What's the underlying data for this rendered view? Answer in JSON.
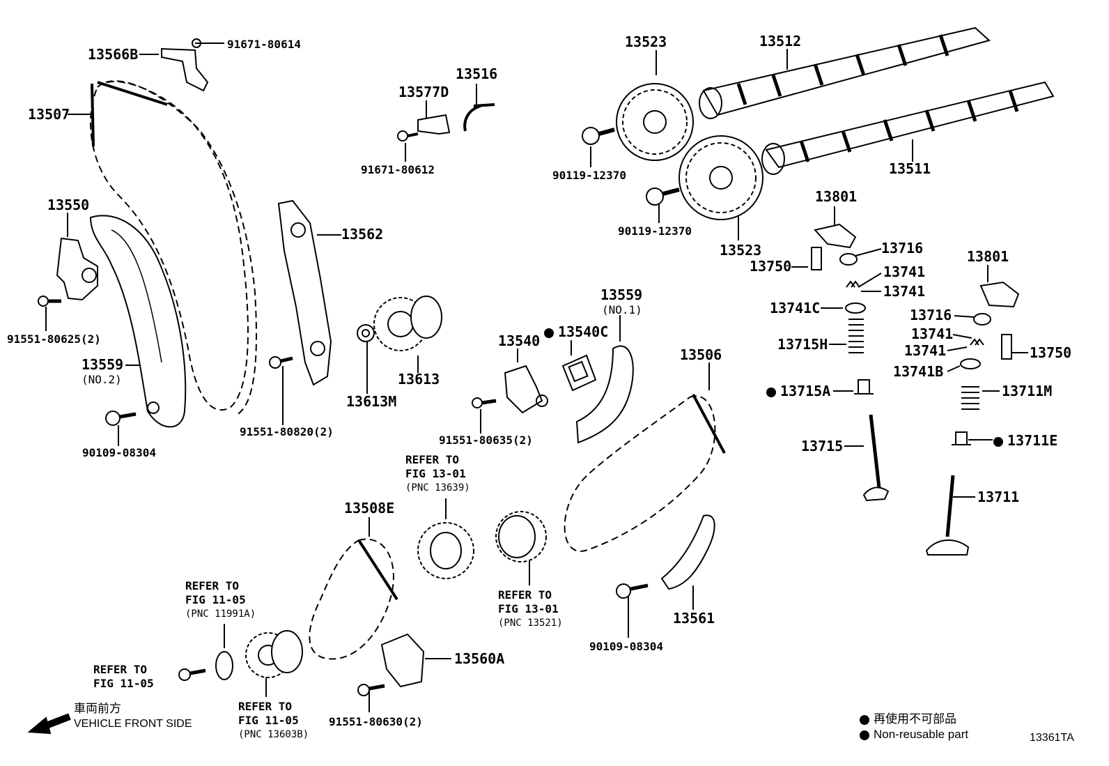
{
  "labels": {
    "p13566B": "13566B",
    "p91671_80614": "91671-80614",
    "p13507": "13507",
    "p13577D": "13577D",
    "p13516": "13516",
    "p91671_80612": "91671-80612",
    "p13523a": "13523",
    "p13512": "13512",
    "p90119_12370a": "90119-12370",
    "p13511": "13511",
    "p90119_12370b": "90119-12370",
    "p13523b": "13523",
    "p13550": "13550",
    "p13562": "13562",
    "p91551_80625": "91551-80625(2)",
    "p13559_no2": "13559",
    "p13559_no2_sub": "(NO.2)",
    "p90109_08304a": "90109-08304",
    "p91551_80820": "91551-80820(2)",
    "p13613": "13613",
    "p13613M": "13613M",
    "p13540": "13540",
    "p13540C": "13540C",
    "p13559_no1": "13559",
    "p13559_no1_sub": "(NO.1)",
    "p91551_80635": "91551-80635(2)",
    "p13506": "13506",
    "p13801a": "13801",
    "p13716a": "13716",
    "p13750a": "13750",
    "p13741a": "13741",
    "p13741b": "13741",
    "p13741C": "13741C",
    "p13715H": "13715H",
    "p13715A": "13715A",
    "p13715": "13715",
    "p13801b": "13801",
    "p13716b": "13716",
    "p13741c": "13741",
    "p13741d": "13741",
    "p13750b": "13750",
    "p13741B": "13741B",
    "p13711M": "13711M",
    "p13711E": "13711E",
    "p13711": "13711",
    "p13508E": "13508E",
    "p13561": "13561",
    "p90109_08304b": "90109-08304",
    "p13560A": "13560A",
    "p91551_80630": "91551-80630(2)"
  },
  "refs": {
    "r1_l1": "REFER TO",
    "r1_l2": "FIG 13-01",
    "r1_l3": "(PNC 13639)",
    "r2_l1": "REFER TO",
    "r2_l2": "FIG 13-01",
    "r2_l3": "(PNC 13521)",
    "r3_l1": "REFER TO",
    "r3_l2": "FIG 11-05",
    "r3_l3": "(PNC 11991A)",
    "r4_l1": "REFER TO",
    "r4_l2": "FIG 11-05",
    "r5_l1": "REFER TO",
    "r5_l2": "FIG 11-05",
    "r5_l3": "(PNC 13603B)"
  },
  "direction": {
    "jp": "車両前方",
    "en": "VEHICLE FRONT SIDE"
  },
  "legend": {
    "jp": "再使用不可部品",
    "en": "Non-reusable part"
  },
  "figure_code": "13361TA"
}
